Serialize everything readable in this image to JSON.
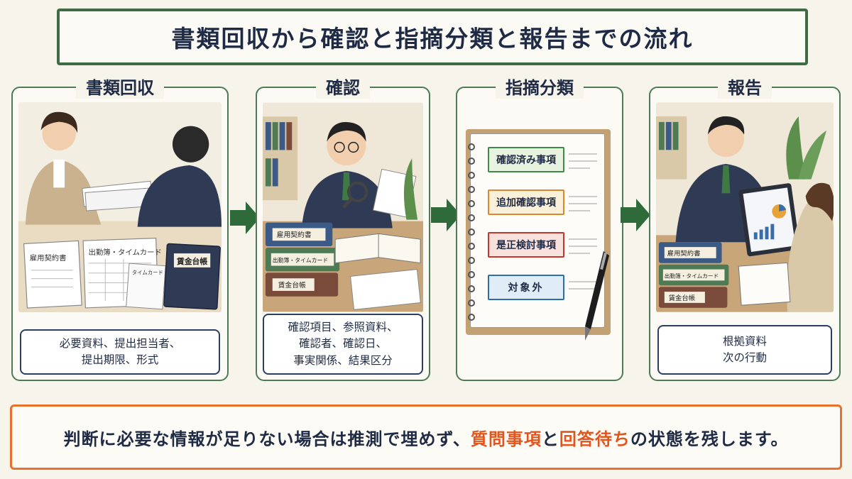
{
  "title": "書類回収から確認と指摘分類と報告までの流れ",
  "panels": [
    {
      "label": "書類回収",
      "docs": {
        "contract": "雇用契約書",
        "attendance": "出勤簿・タイムカード",
        "timecard": "タイムカード",
        "ledger": "賃金台帳"
      },
      "caption_lines": [
        "必要資料、提出担当者、",
        "提出期限、形式"
      ]
    },
    {
      "label": "確認",
      "binders": [
        "雇用契約書",
        "出勤簿・タイムカード",
        "賃金台帳"
      ],
      "caption_lines": [
        "確認項目、参照資料、",
        "確認者、確認日、",
        "事実関係、結果区分"
      ]
    },
    {
      "label": "指摘分類",
      "categories": [
        {
          "label": "確認済み事項",
          "color": "#3f8a4a",
          "bg": "#e7f2df"
        },
        {
          "label": "追加確認事項",
          "color": "#d9882a",
          "bg": "#fbf0d9"
        },
        {
          "label": "是正検討事項",
          "color": "#c0392b",
          "bg": "#f8e1dc"
        },
        {
          "label": "対象外",
          "color": "#2d6ea8",
          "bg": "#e0edf7"
        }
      ]
    },
    {
      "label": "報告",
      "binders": [
        "雇用契約書",
        "出勤簿・タイムカード",
        "賃金台帳"
      ],
      "caption_lines": [
        "根拠資料",
        "次の行動"
      ]
    }
  ],
  "bottom_note": {
    "part1": "判断に必要な情報が足りない場合は推測で埋めず、",
    "highlight1": "質問事項",
    "part2": "と",
    "highlight2": "回答待ち",
    "part3": "の状態を残します。"
  },
  "colors": {
    "frame_green": "#3f6b45",
    "arrow_green": "#2f6b3a",
    "navy": "#1f2a44",
    "accent_orange": "#e8712e",
    "highlight_red": "#e2561d"
  }
}
